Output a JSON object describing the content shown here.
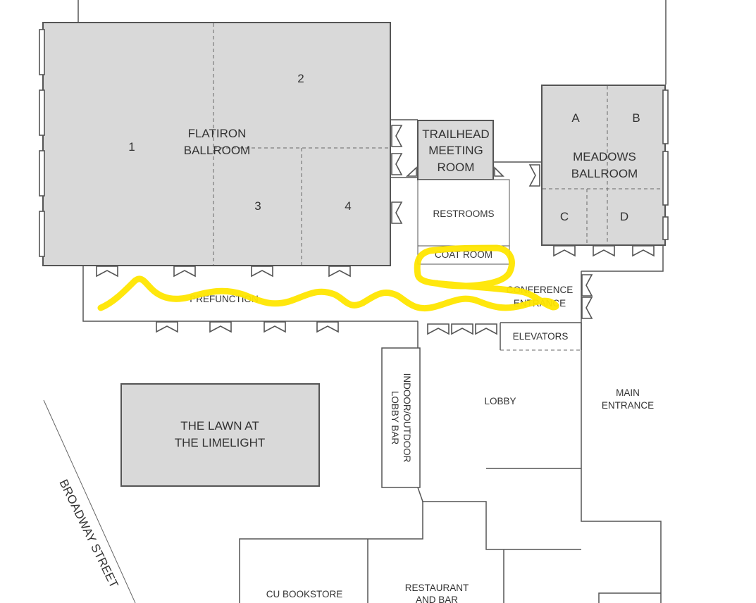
{
  "colors": {
    "room_fill": "#d9d9d9",
    "wall_stroke": "#555555",
    "highlight": "#ffe600",
    "text": "#333333"
  },
  "labels": {
    "flatiron": [
      "FLATIRON",
      "BALLROOM"
    ],
    "flatiron_sections": [
      "1",
      "2",
      "3",
      "4"
    ],
    "trailhead": [
      "TRAILHEAD",
      "MEETING",
      "ROOM"
    ],
    "restrooms": "RESTROOMS",
    "coat_room": "COAT ROOM",
    "meadows": [
      "MEADOWS",
      "BALLROOM"
    ],
    "meadows_sections": [
      "A",
      "B",
      "C",
      "D"
    ],
    "prefunction": "PREFUNCTION",
    "conference_entrance": [
      "CONFERENCE",
      "ENTRANCE"
    ],
    "elevators": "ELEVATORS",
    "lobby": "LOBBY",
    "main_entrance": [
      "MAIN",
      "ENTRANCE"
    ],
    "lobby_bar": [
      "INDOOR/OUTDOOR",
      "LOBBY BAR"
    ],
    "lawn": [
      "THE LAWN AT",
      "THE LIMELIGHT"
    ],
    "street": "BROADWAY STREET",
    "bookstore": "CU BOOKSTORE",
    "restaurant": [
      "RESTAURANT",
      "AND BAR"
    ]
  },
  "highlight": {
    "route": "prefunction-to-coat-room"
  }
}
